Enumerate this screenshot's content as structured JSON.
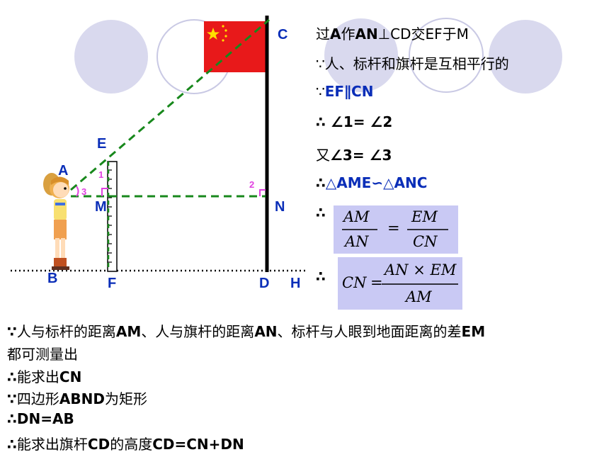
{
  "points": {
    "A": "A",
    "B": "B",
    "C": "C",
    "D": "D",
    "E": "E",
    "F": "F",
    "H": "H",
    "M": "M",
    "N": "N"
  },
  "angles": {
    "a1": "1",
    "a2": "2",
    "a3": "3"
  },
  "colors": {
    "accent": "#0a2eb8",
    "angle_mark": "#e040e0",
    "guide_line": "#18881c",
    "flag_red": "#e8191a",
    "flag_star": "#ffe000",
    "circle_fill": "#d9d9ee",
    "formula_bg": "#c9c9f4"
  },
  "proof": {
    "line1_pre": "过",
    "line1_A": "A",
    "line1_mid": "作",
    "line1_AN": "AN",
    "line1_rest": "⊥CD交EF于M",
    "line2": "∵人、标杆和旗杆是互相平行的",
    "line3_because": "∵",
    "line3_rel": "EF∥CN",
    "line4_therefore": "∴",
    "line4_rel": "∠1= ∠2",
    "line5_also": "又",
    "line5_rel": "∠3= ∠3",
    "line6_therefore": "∴",
    "line6_rel": "△AME∽△ANC",
    "line7_therefore": "∴",
    "line8_therefore": "∴"
  },
  "formula1": {
    "num_left": "AM",
    "den_left": "AN",
    "eq": "=",
    "num_right": "EM",
    "den_right": "CN"
  },
  "formula2": {
    "lhs": "CN",
    "eq": "=",
    "num": "AN × EM",
    "den": "AM"
  },
  "conclusion": {
    "l1_sym": "∵",
    "l1_a": "人与标杆的距离",
    "l1_b": "AM",
    "l1_c": "、人与旗杆的距离",
    "l1_d": "AN",
    "l1_e": "、标杆与人眼到地面距离的差",
    "l1_f": "EM",
    "l2": "都可测量出",
    "l3_sym": "∴",
    "l3_a": "能求出",
    "l3_b": "CN",
    "l4_sym": "∵",
    "l4_a": "四边形",
    "l4_b": "ABND",
    "l4_c": "为矩形",
    "l5_sym": "∴",
    "l5_b": "DN=AB",
    "l6_sym": "∴",
    "l6_a": "能求出旗杆",
    "l6_b": "CD",
    "l6_c": "的高度",
    "l6_d": "CD=CN+DN"
  }
}
